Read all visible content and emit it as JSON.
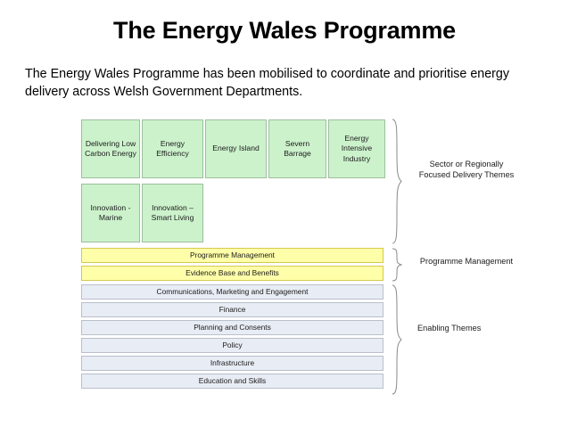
{
  "slide": {
    "title": "The Energy Wales Programme",
    "subtitle": "The Energy Wales Programme has been mobilised to coordinate and prioritise energy delivery across Welsh Government Departments."
  },
  "colors": {
    "theme_fill": "#ccf2cc",
    "theme_border": "#9dbf9d",
    "programme_fill": "#ffffaa",
    "programme_border": "#d6c84e",
    "enabling_fill": "#e8ecf4",
    "enabling_border": "#b9bfcc",
    "brace": "#8a8a8a",
    "text": "#1b1b1b"
  },
  "diagram": {
    "delivery_themes": {
      "group_label": "Sector or Regionally Focused Delivery Themes",
      "row1": [
        {
          "label": "Delivering Low Carbon Energy"
        },
        {
          "label": "Energy Efficiency"
        },
        {
          "label": "Energy Island"
        },
        {
          "label": "Severn Barrage"
        },
        {
          "label": "Energy Intensive Industry"
        }
      ],
      "row2": [
        {
          "label": "Innovation - Marine"
        },
        {
          "label": "Innovation – Smart Living"
        }
      ]
    },
    "programme_management": {
      "group_label": "Programme Management",
      "bars": [
        {
          "label": "Programme Management"
        },
        {
          "label": "Evidence Base and Benefits"
        }
      ]
    },
    "enabling_themes": {
      "group_label": "Enabling Themes",
      "bars": [
        {
          "label": "Communications, Marketing and Engagement"
        },
        {
          "label": "Finance"
        },
        {
          "label": "Planning and Consents"
        },
        {
          "label": "Policy"
        },
        {
          "label": "Infrastructure"
        },
        {
          "label": "Education and Skills"
        }
      ]
    }
  }
}
